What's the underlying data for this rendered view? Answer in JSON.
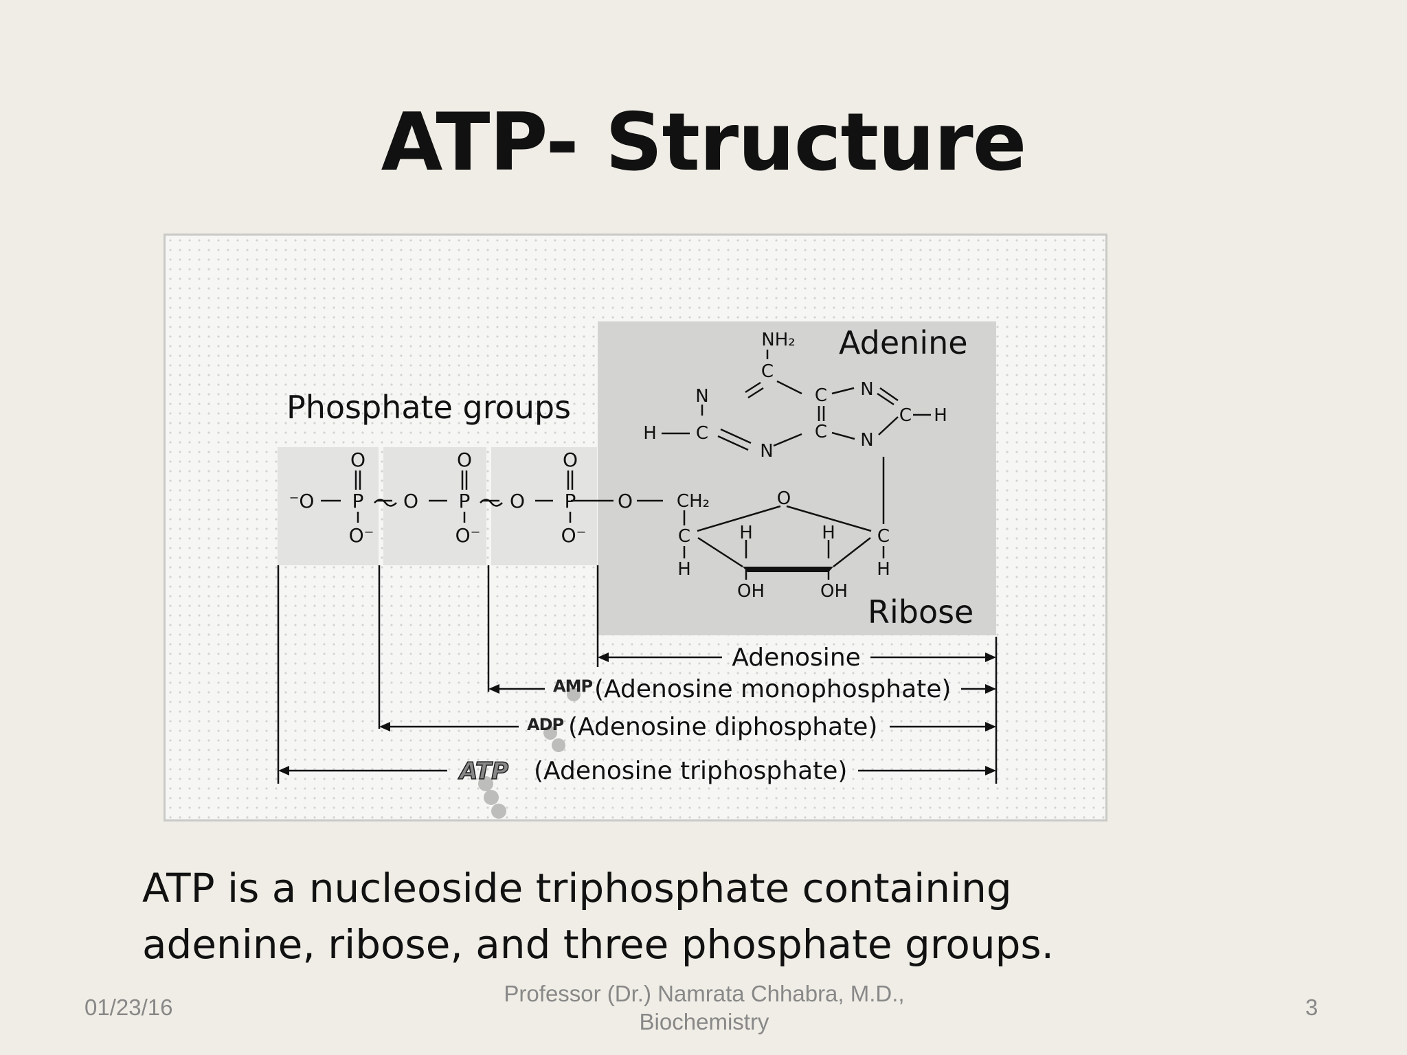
{
  "slide": {
    "title": "ATP- Structure",
    "caption_line1": "ATP is a nucleoside triphosphate containing",
    "caption_line2": "adenine, ribose, and three phosphate groups."
  },
  "diagram": {
    "label_phosphate_groups": "Phosphate groups",
    "label_adenine": "Adenine",
    "label_ribose": "Ribose",
    "label_adenosine": "Adenosine",
    "amp_badge": "AMP",
    "amp_label": "(Adenosine monophosphate)",
    "adp_badge": "ADP",
    "adp_label": "(Adenosine diphosphate)",
    "atp_badge": "ATP",
    "atp_label": "(Adenosine triphosphate)",
    "atoms": {
      "o": "O",
      "o_minus": "O⁻",
      "minus_o": "⁻O",
      "p": "P",
      "c": "C",
      "n": "N",
      "h": "H",
      "oh": "OH",
      "ch2": "CH₂",
      "nh2": "NH₂"
    }
  },
  "footer": {
    "date": "01/23/16",
    "author_line1": "Professor (Dr.) Namrata Chhabra, M.D.,",
    "author_line2": "Biochemistry",
    "page": "3"
  }
}
